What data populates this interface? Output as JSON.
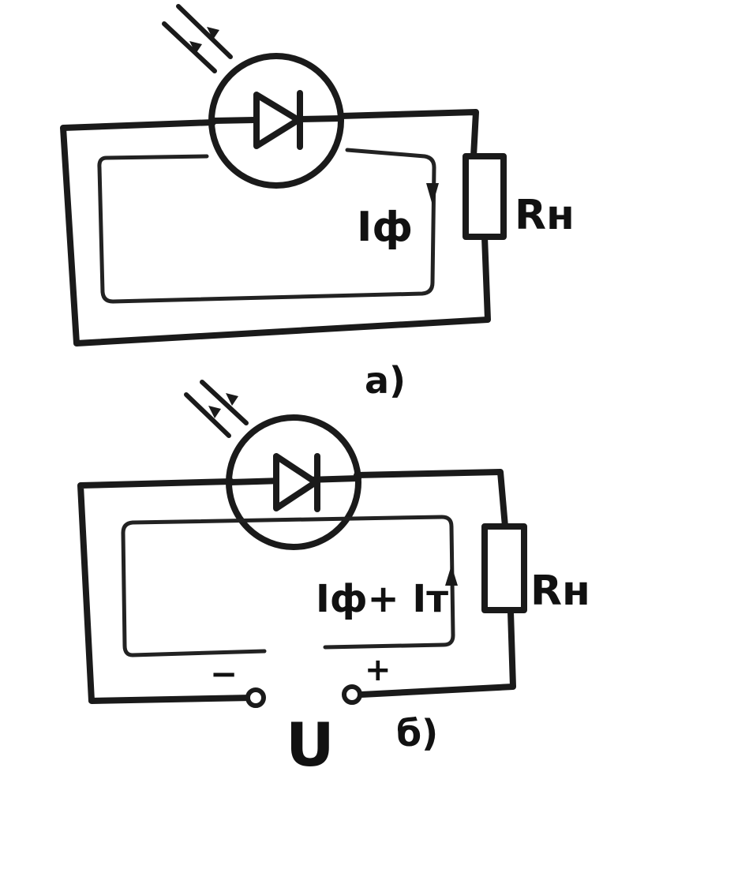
{
  "figure_a": {
    "current_label": "Iф",
    "resistor_label": "Rн",
    "caption": "a)"
  },
  "figure_b": {
    "current_label": "Iф+ Iт",
    "resistor_label": "Rн",
    "minus_label": "−",
    "plus_label": "+",
    "voltage_label": "U",
    "caption": "б)"
  },
  "colors": {
    "ink": "#1a1a1a",
    "paper": "#ffffff"
  },
  "icons": [
    "photodiode-icon",
    "resistor-icon",
    "light-arrows-icon",
    "terminal-icon"
  ]
}
